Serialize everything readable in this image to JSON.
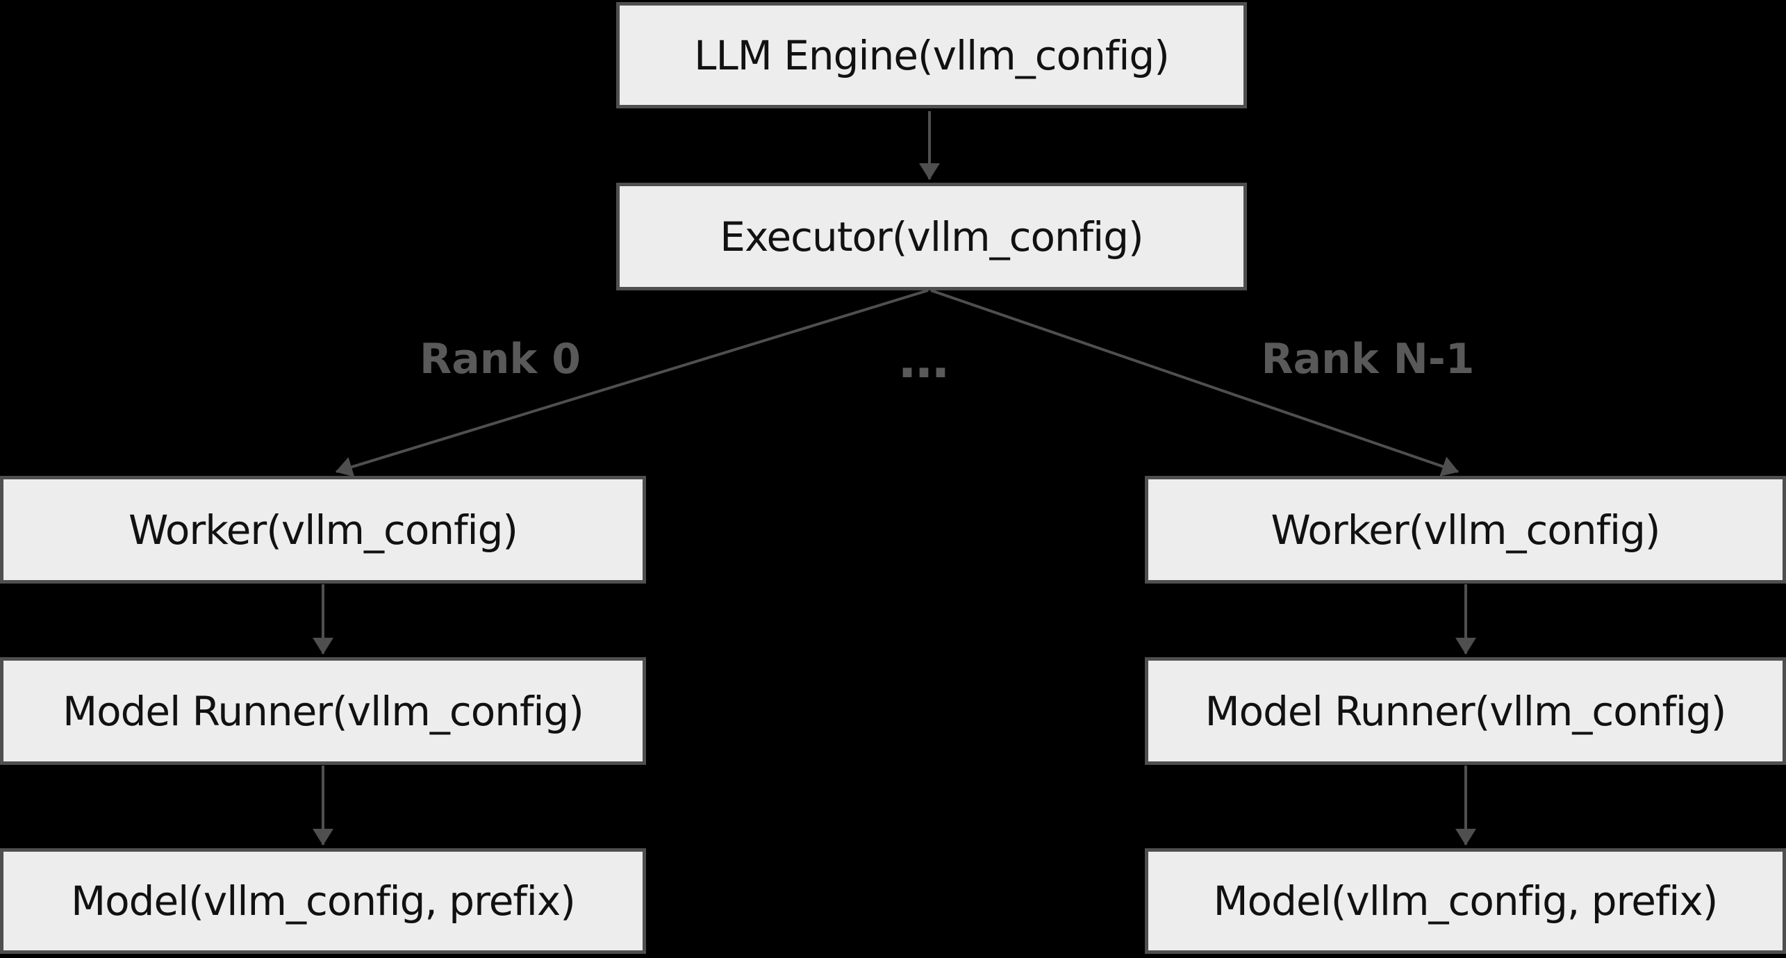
{
  "diagram": {
    "nodes": {
      "llm_engine": {
        "label": "LLM Engine(vllm_config)"
      },
      "executor": {
        "label": "Executor(vllm_config)"
      },
      "worker_rank0": {
        "label": "Worker(vllm_config)"
      },
      "model_runner_rank0": {
        "label": "Model Runner(vllm_config)"
      },
      "model_rank0": {
        "label": "Model(vllm_config, prefix)"
      },
      "worker_rankN": {
        "label": "Worker(vllm_config)"
      },
      "model_runner_rankN": {
        "label": "Model Runner(vllm_config)"
      },
      "model_rankN": {
        "label": "Model(vllm_config, prefix)"
      }
    },
    "edge_labels": {
      "rank0": "Rank 0",
      "ellipsis": "…",
      "rankN": "Rank N-1"
    },
    "colors": {
      "background": "#000000",
      "node_fill": "#ededed",
      "node_border": "#4f4f4f",
      "node_text": "#111111",
      "edge": "#4f4f4f",
      "edge_label_text": "#595959"
    }
  }
}
